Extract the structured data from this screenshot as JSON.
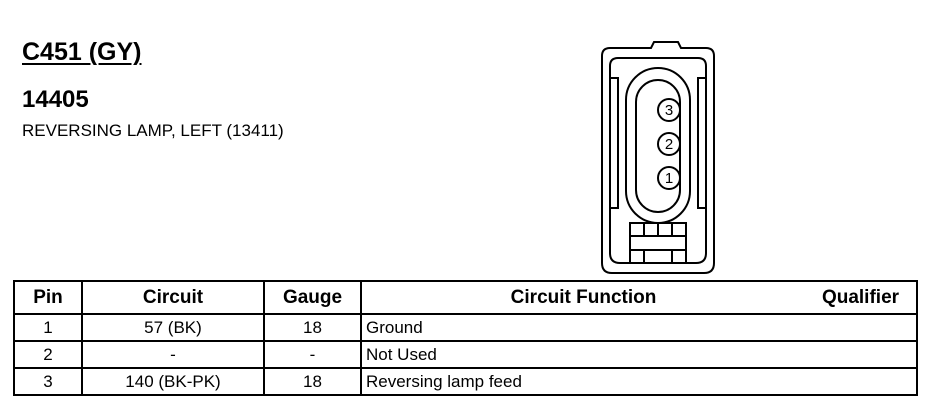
{
  "header": {
    "connector_id": "C451 (GY)",
    "part_number": "14405",
    "description": "REVERSING LAMP, LEFT (13411)"
  },
  "connector": {
    "pins": [
      "3",
      "2",
      "1"
    ]
  },
  "table": {
    "columns": [
      "Pin",
      "Circuit",
      "Gauge",
      "Circuit Function",
      "Qualifier"
    ],
    "rows": [
      {
        "pin": "1",
        "circuit": "57 (BK)",
        "gauge": "18",
        "function": "Ground",
        "qualifier": ""
      },
      {
        "pin": "2",
        "circuit": "-",
        "gauge": "-",
        "function": "Not Used",
        "qualifier": ""
      },
      {
        "pin": "3",
        "circuit": "140 (BK-PK)",
        "gauge": "18",
        "function": "Reversing lamp feed",
        "qualifier": ""
      }
    ]
  }
}
